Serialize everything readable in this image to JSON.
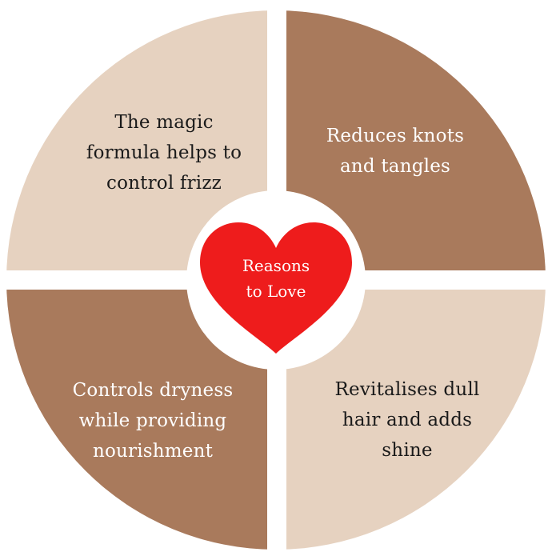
{
  "diagram": {
    "center": {
      "line1": "Reasons",
      "line2": "to Love"
    },
    "quadrants": {
      "top_left": {
        "lines": [
          "The magic",
          "formula helps to",
          "control frizz"
        ]
      },
      "top_right": {
        "lines": [
          "Reduces knots",
          "and tangles"
        ]
      },
      "bottom_left": {
        "lines": [
          "Controls dryness",
          "while providing",
          "nourishment"
        ]
      },
      "bottom_right": {
        "lines": [
          "Revitalises dull",
          "hair and adds",
          "shine"
        ]
      }
    }
  },
  "colors": {
    "light_quadrant": "#e6d2c0",
    "dark_quadrant": "#a97a5c",
    "heart": "#ee1c1c",
    "center_text": "#ffffff",
    "dark_text": "#1a1a1a",
    "background": "#ffffff"
  }
}
